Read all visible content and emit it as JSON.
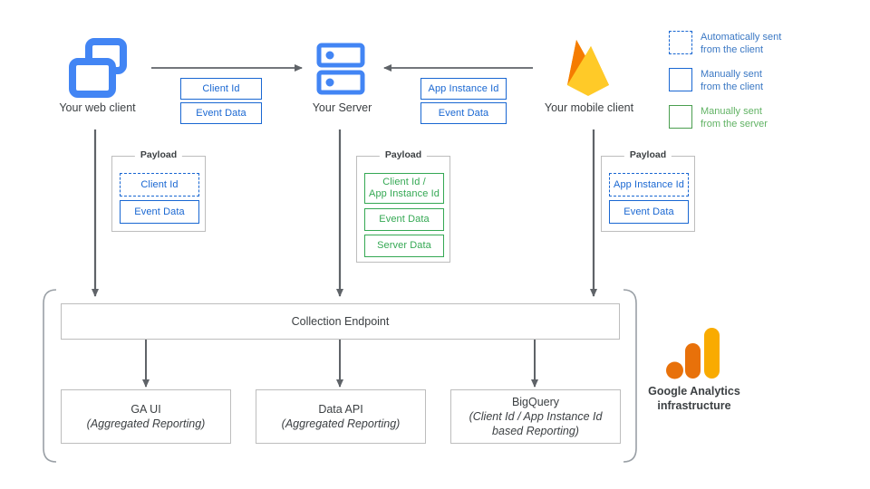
{
  "diagram": {
    "nodes": {
      "web_client": {
        "caption": "Your web client",
        "icon": "browser-windows-icon"
      },
      "server": {
        "caption": "Your Server",
        "icon": "server-rack-icon"
      },
      "mobile_client": {
        "caption": "Your mobile client",
        "icon": "firebase-flame-icon"
      }
    },
    "transit_labels": {
      "web_to_server": [
        "Client Id",
        "Event Data"
      ],
      "mobile_to_server": [
        "App Instance Id",
        "Event Data"
      ]
    },
    "payloads": [
      {
        "title": "Payload",
        "items": [
          {
            "label": "Client Id",
            "style": "blue-dash"
          },
          {
            "label": "Event Data",
            "style": "blue-solid"
          }
        ]
      },
      {
        "title": "Payload",
        "items": [
          {
            "label": "Client Id /\nApp Instance Id",
            "style": "green-solid"
          },
          {
            "label": "Event Data",
            "style": "green-solid"
          },
          {
            "label": "Server Data",
            "style": "green-solid"
          }
        ]
      },
      {
        "title": "Payload",
        "items": [
          {
            "label": "App Instance Id",
            "style": "blue-dash"
          },
          {
            "label": "Event Data",
            "style": "blue-solid"
          }
        ]
      }
    ],
    "collection_endpoint": {
      "label": "Collection Endpoint"
    },
    "outputs": [
      {
        "title": "GA UI",
        "subtitle": "(Aggregated Reporting)"
      },
      {
        "title": "Data API",
        "subtitle": "(Aggregated Reporting)"
      },
      {
        "title": "BigQuery",
        "subtitle": "(Client Id / App Instance Id based Reporting)"
      }
    ],
    "infrastructure": {
      "caption_line1": "Google Analytics",
      "caption_line2": "infrastructure",
      "icon": "google-analytics-logo"
    },
    "legend": [
      {
        "swatch": "dashed-blue-square",
        "line1": "Automatically sent",
        "line2": "from the client",
        "color": "#3b78c4"
      },
      {
        "swatch": "solid-blue-square",
        "line1": "Manually sent",
        "line2": "from the client",
        "color": "#3b78c4"
      },
      {
        "swatch": "solid-green-square",
        "line1": "Manually sent",
        "line2": "from the server",
        "color": "#62b365"
      }
    ],
    "colors": {
      "blue": "#1967d2",
      "icon_blue": "#4285f4",
      "green": "#34a853",
      "legend_green": "#62b365",
      "grey_line": "#5f6368",
      "box_border": "#bdbdbd",
      "ga_orange": "#e8710a",
      "ga_yellow": "#f9ab00",
      "firebase_amber": "#ffa000",
      "firebase_yellow": "#ffca28",
      "firebase_orange": "#f57c00"
    }
  }
}
